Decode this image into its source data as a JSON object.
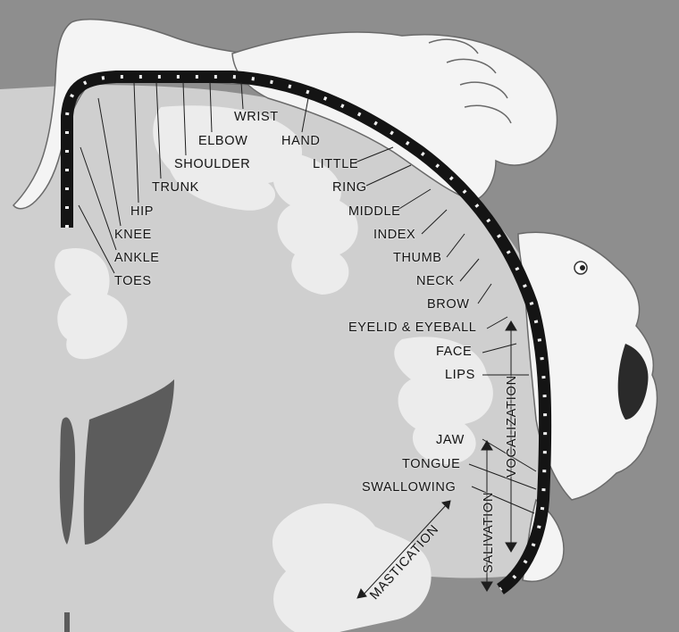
{
  "figure": {
    "colors": {
      "background": "#8e8e8e",
      "cortex": "#d2d2d2",
      "gyri": "#ececec",
      "strip": "#141414",
      "segment": "#f0f0f0",
      "figure_skin": "#f4f4f4",
      "shadow": "#5a5a5a",
      "leader": "#1e1e1e"
    },
    "labels": {
      "wrist": "WRIST",
      "elbow": "ELBOW",
      "hand": "HAND",
      "shoulder": "SHOULDER",
      "little": "LITTLE",
      "trunk": "TRUNK",
      "ring": "RING",
      "hip": "HIP",
      "middle": "MIDDLE",
      "knee": "KNEE",
      "index": "INDEX",
      "ankle": "ANKLE",
      "thumb": "THUMB",
      "toes": "TOES",
      "neck": "NECK",
      "brow": "BROW",
      "eyelid": "EYELID & EYEBALL",
      "face": "FACE",
      "lips": "LIPS",
      "jaw": "JAW",
      "tongue": "TONGUE",
      "swallowing": "SWALLOWING",
      "vocalization": "VOCALIZATION",
      "salivation": "SALIVATION",
      "mastication": "MASTICATION"
    },
    "icons": [
      "leg-figure-icon",
      "hand-fist-icon",
      "head-face-icon",
      "arrow-icon"
    ]
  }
}
